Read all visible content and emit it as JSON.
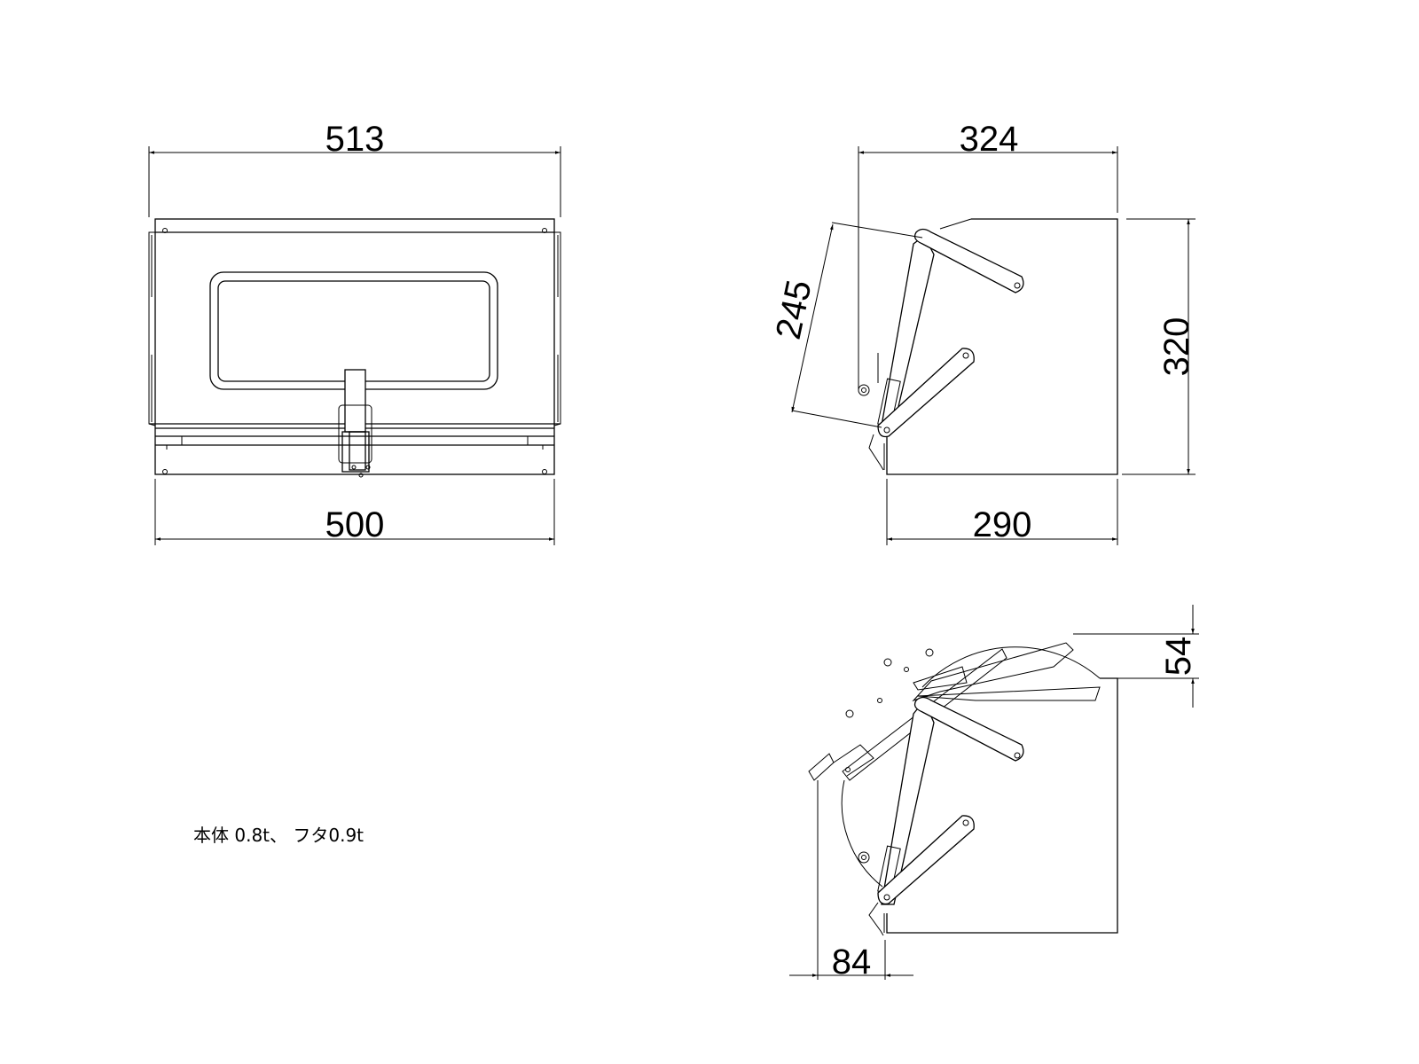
{
  "dimensions": {
    "front_top_width": "513",
    "front_bottom_width": "500",
    "side_top_width": "324",
    "side_bottom_width": "290",
    "side_height": "320",
    "lid_arm_length": "245",
    "open_lid_rise": "54",
    "open_lid_overhang": "84"
  },
  "note": {
    "text": "本体 0.8t、 フタ0.9t"
  },
  "colors": {
    "line": "#000000",
    "background": "#ffffff"
  }
}
